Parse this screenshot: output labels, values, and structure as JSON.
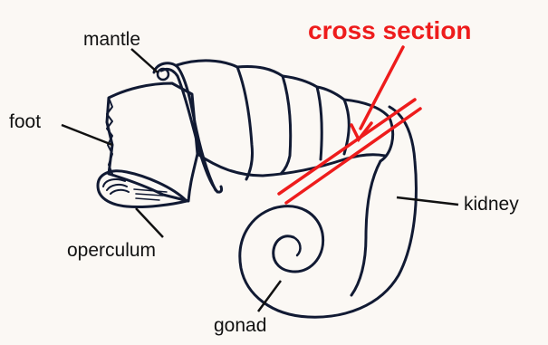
{
  "diagram": {
    "title": "cross section",
    "labels": {
      "mantle": "mantle",
      "foot": "foot",
      "operculum": "operculum",
      "kidney": "kidney",
      "gonad": "gonad"
    },
    "colors": {
      "outline": "#111a33",
      "accent": "#ee1c1c",
      "background": "#fbf8f4"
    }
  }
}
